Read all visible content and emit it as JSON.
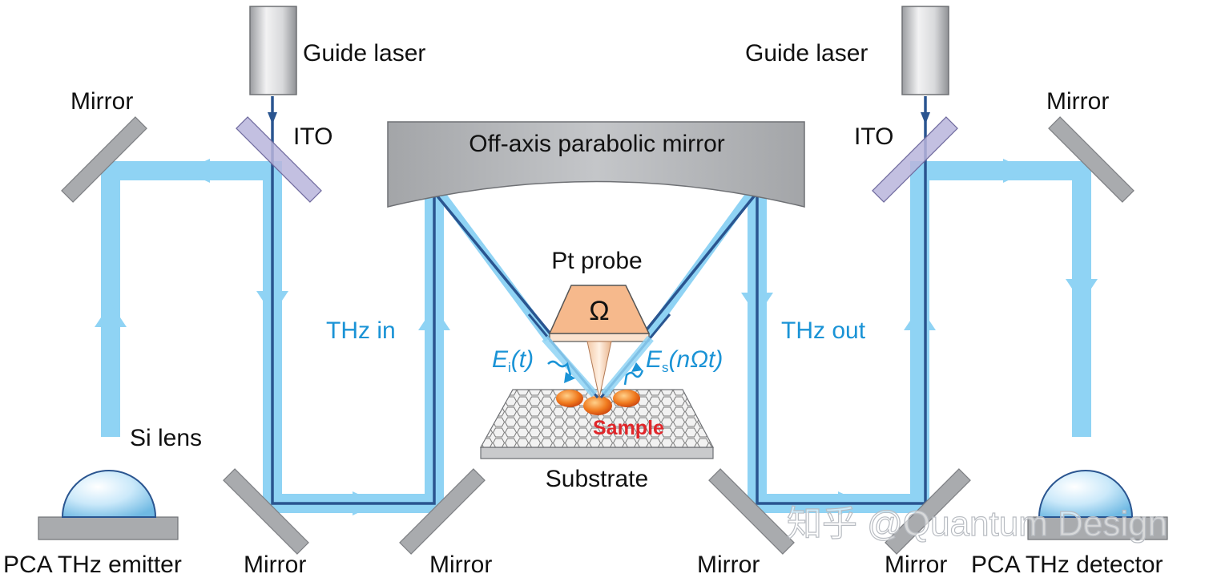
{
  "diagram": {
    "labels": {
      "guide_laser_left": "Guide laser",
      "guide_laser_right": "Guide laser",
      "mirror_top_left": "Mirror",
      "mirror_top_right": "Mirror",
      "ito_left": "ITO",
      "ito_right": "ITO",
      "off_axis_mirror": "Off-axis parabolic mirror",
      "pt_probe": "Pt probe",
      "probe_symbol": "Ω",
      "thz_in": "THz in",
      "thz_out": "THz out",
      "field_in_E": "E",
      "field_in_sub": "i",
      "field_in_arg": "(t)",
      "field_out_E": "E",
      "field_out_sub": "s",
      "field_out_arg": "(nΩt)",
      "si_lens": "Si lens",
      "sample": "Sample",
      "substrate": "Substrate",
      "pca_emitter": "PCA THz emitter",
      "pca_detector": "PCA THz detector",
      "mirror_bottom_1": "Mirror",
      "mirror_bottom_2": "Mirror",
      "mirror_bottom_3": "Mirror",
      "mirror_bottom_4": "Mirror"
    },
    "watermark": "知乎 @Quantum Design",
    "colors": {
      "thz_beam": "#8fd3f4",
      "thz_text": "#1a93d6",
      "guide_beam": "#2a5590",
      "mirror_gray": "#a9abae",
      "ito_purple": "#b9b5dc",
      "probe_orange": "#f6b98c",
      "sample_red": "#e0262a"
    }
  }
}
